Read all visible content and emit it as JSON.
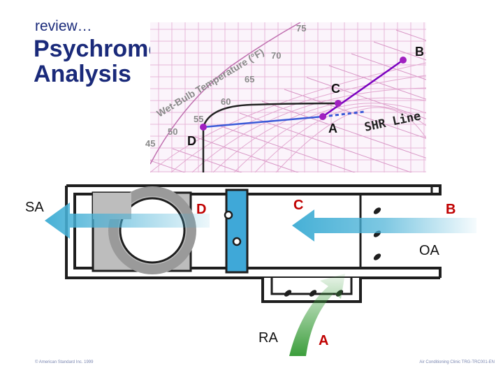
{
  "slide": {
    "subtitle": "review…",
    "title_line1": "Psychrometric",
    "title_line2": "Analysis",
    "footer_left": "© American Standard Inc. 1999",
    "footer_right": "Air Conditioning Clinic TRG-TRC001-EN"
  },
  "chart": {
    "axis_label": "Wet-Bulb Temperature (°F)",
    "temperature_labels": [
      "75",
      "70",
      "65",
      "60",
      "55",
      "50",
      "45"
    ],
    "line_label": "SHR Line",
    "points": {
      "A": "A",
      "B": "B",
      "C": "C",
      "D": "D"
    }
  },
  "unit": {
    "labels": {
      "SA": "SA",
      "OA": "OA",
      "RA": "RA",
      "B": "B",
      "C": "C",
      "D": "D",
      "A": "A"
    }
  },
  "colors": {
    "title": "#1a2a7a",
    "point_marker": "#a020c0",
    "mix_line": "#7a00c0",
    "shr_line": "#3a5ad8",
    "label_red": "#c00000",
    "coil_blue": "#3fa8d8",
    "airflow_arrow": "#46b0d6",
    "ra_arrow": "#3c9e3c"
  }
}
